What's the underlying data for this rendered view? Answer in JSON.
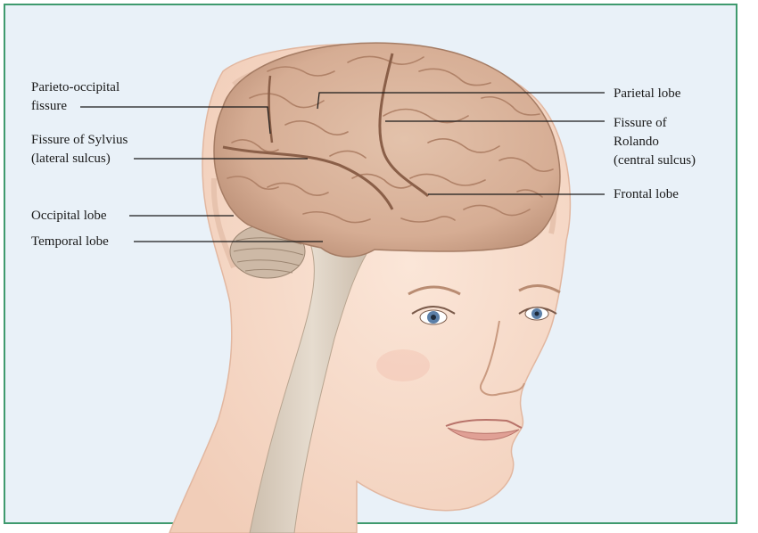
{
  "colors": {
    "border": "#3f9a6e",
    "background": "#e9f1f8",
    "brain": "#d9b29a",
    "skin": "#f6dccb",
    "leader_line": "#1a1a1a"
  },
  "labels": {
    "parieto_occipital": [
      "Parieto-occipital",
      "fissure"
    ],
    "sylvius": [
      "Fissure of Sylvius",
      "(lateral sulcus)"
    ],
    "occipital": "Occipital lobe",
    "temporal": "Temporal lobe",
    "parietal": "Parietal lobe",
    "rolando": [
      "Fissure of",
      "Rolando",
      "(central sulcus)"
    ],
    "frontal": "Frontal lobe"
  }
}
